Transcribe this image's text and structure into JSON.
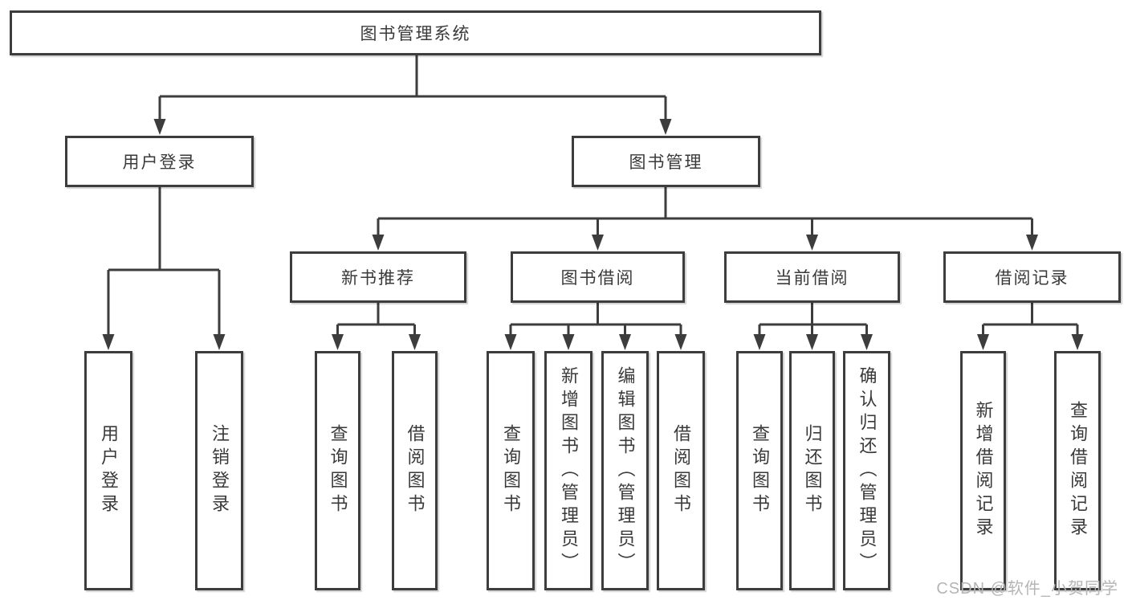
{
  "diagram_title": "图书管理系统",
  "tree": {
    "label": "图书管理系统",
    "children": [
      {
        "label": "用户登录",
        "children": [
          {
            "label": "用户登录"
          },
          {
            "label": "注销登录"
          }
        ]
      },
      {
        "label": "图书管理",
        "children": [
          {
            "label": "新书推荐",
            "children": [
              {
                "label": "查询图书"
              },
              {
                "label": "借阅图书"
              }
            ]
          },
          {
            "label": "图书借阅",
            "children": [
              {
                "label": "查询图书"
              },
              {
                "label": "新增图书（管理员）"
              },
              {
                "label": "编辑图书（管理员）"
              },
              {
                "label": "借阅图书"
              }
            ]
          },
          {
            "label": "当前借阅",
            "children": [
              {
                "label": "查询图书"
              },
              {
                "label": "归还图书"
              },
              {
                "label": "确认归还（管理员）"
              }
            ]
          },
          {
            "label": "借阅记录",
            "children": [
              {
                "label": "新增借阅记录"
              },
              {
                "label": "查询借阅记录"
              }
            ]
          }
        ]
      }
    ]
  },
  "watermark": {
    "text": "CSDN @软件_小贺同学"
  },
  "colors": {
    "line": "#3d3d3d",
    "text": "#3a3a3a",
    "watermark": "#b5b5b5",
    "background": "#ffffff"
  }
}
